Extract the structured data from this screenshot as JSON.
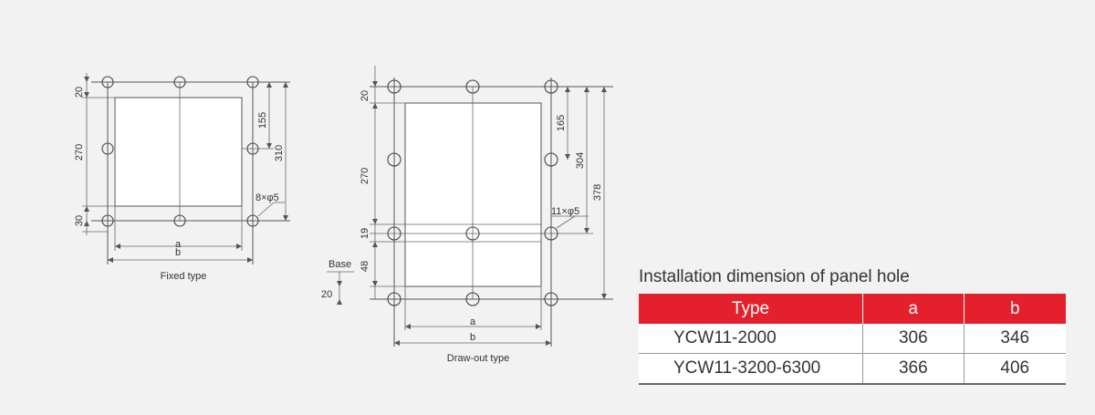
{
  "fixed": {
    "caption": "Fixed type",
    "dims": {
      "top": "20",
      "mid": "270",
      "bottom": "30",
      "h155": "155",
      "h310": "310",
      "holes": "8×φ5",
      "a": "a",
      "b": "b"
    }
  },
  "drawout": {
    "caption": "Draw-out type",
    "dims": {
      "top": "20",
      "mid": "270",
      "d19": "19",
      "d48": "48",
      "base_label": "Base",
      "base_off": "20",
      "h165": "165",
      "h304": "304",
      "h378": "378",
      "holes": "11×φ5",
      "a": "a",
      "b": "b"
    }
  },
  "table": {
    "title": "Installation dimension of panel hole",
    "headers": [
      "Type",
      "a",
      "b"
    ],
    "rows": [
      [
        "YCW11-2000",
        "306",
        "346"
      ],
      [
        "YCW11-3200-6300",
        "366",
        "406"
      ]
    ]
  },
  "colors": {
    "header_bg": "#e3202b",
    "page_bg": "#f2f2f2"
  }
}
